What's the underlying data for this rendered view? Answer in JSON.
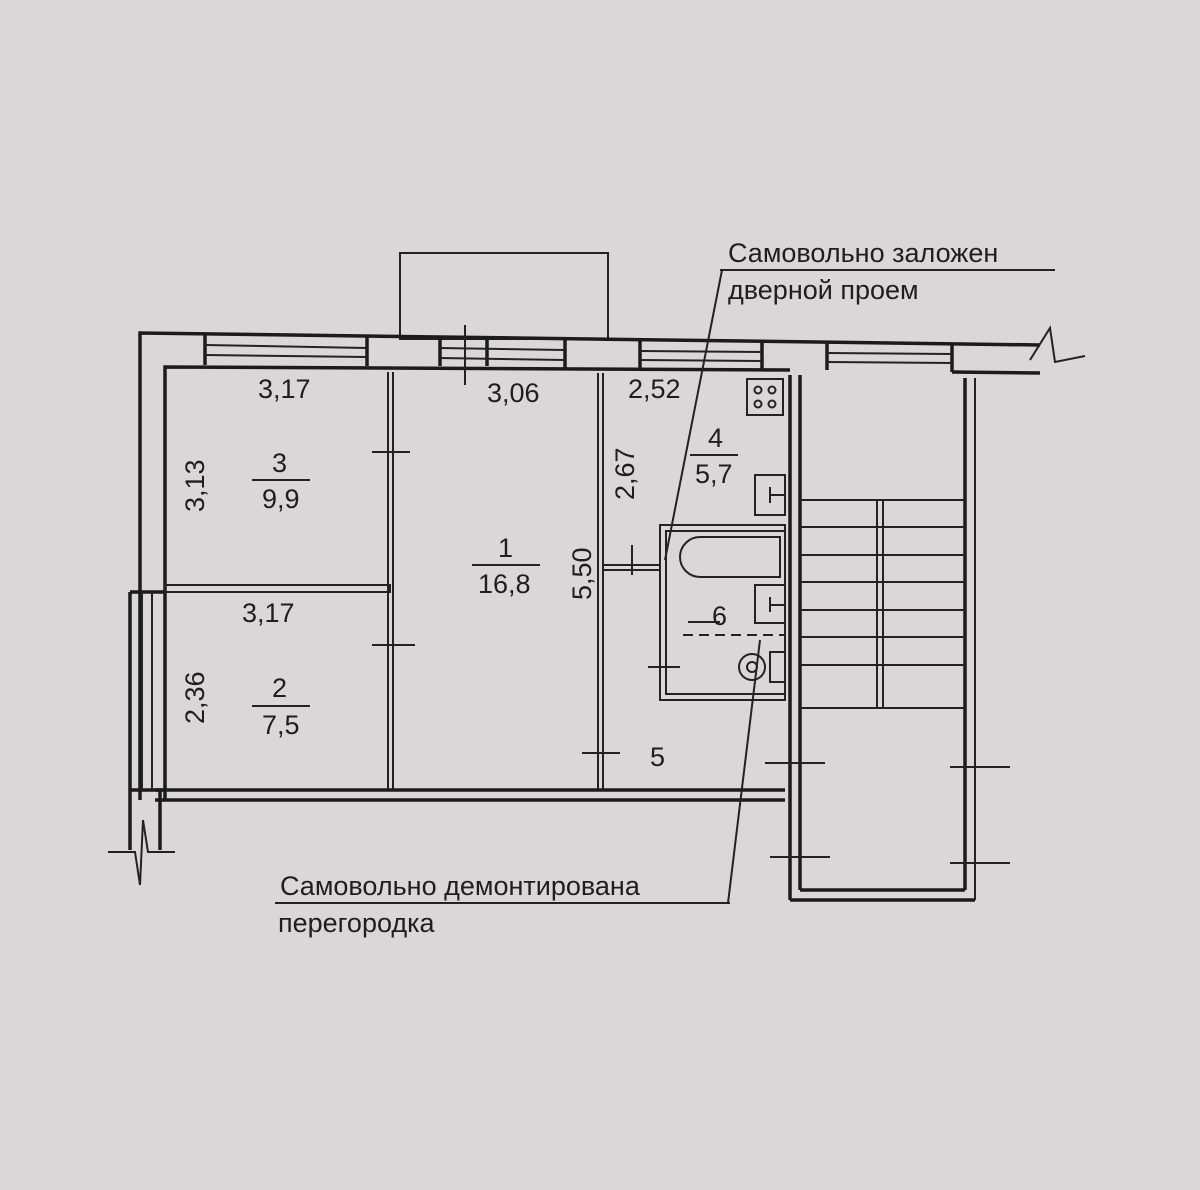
{
  "notes": {
    "blocked_doorway": [
      "Самовольно заложен",
      "дверной проем"
    ],
    "removed_partition": [
      "Самовольно демонтирована",
      "перегородка"
    ]
  },
  "rooms": [
    {
      "number": "1",
      "area": "16,8"
    },
    {
      "number": "2",
      "area": "7,5"
    },
    {
      "number": "3",
      "area": "9,9"
    },
    {
      "number": "4",
      "area": "5,7"
    },
    {
      "number": "5"
    },
    {
      "number": "6"
    }
  ],
  "dimensions": {
    "room3_width": "3,17",
    "room3_depth": "3,13",
    "room1_width": "3,06",
    "room1_depth": "5,50",
    "kitchen_width": "2,52",
    "kitchen_depth": "2,67",
    "room2_width": "3,17",
    "room2_depth": "2,36"
  },
  "colors": {
    "paper": "#dbd7d8",
    "ink": "#1b1b1b"
  }
}
